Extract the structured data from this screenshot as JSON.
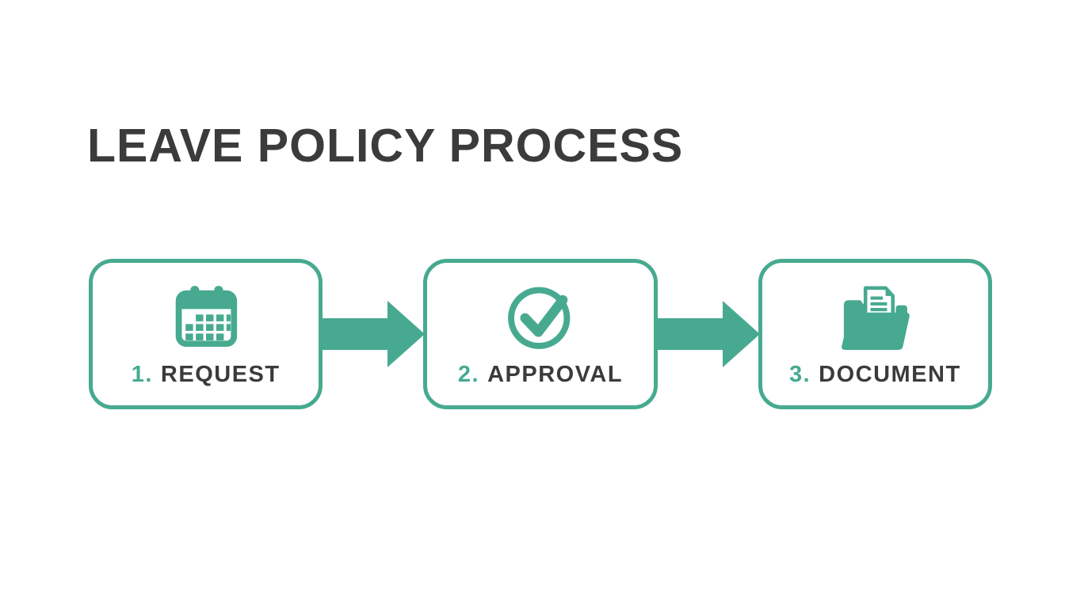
{
  "title": "LEAVE POLICY PROCESS",
  "colors": {
    "accent": "#47AA90",
    "text_dark": "#3B3B3B",
    "background": "#FFFFFF"
  },
  "steps": [
    {
      "number": "1.",
      "label": "REQUEST",
      "icon": "calendar-icon"
    },
    {
      "number": "2.",
      "label": "APPROVAL",
      "icon": "check-circle-icon"
    },
    {
      "number": "3.",
      "label": "DOCUMENT",
      "icon": "folder-document-icon"
    }
  ],
  "connectors": [
    {
      "type": "arrow-right"
    },
    {
      "type": "arrow-right"
    }
  ]
}
